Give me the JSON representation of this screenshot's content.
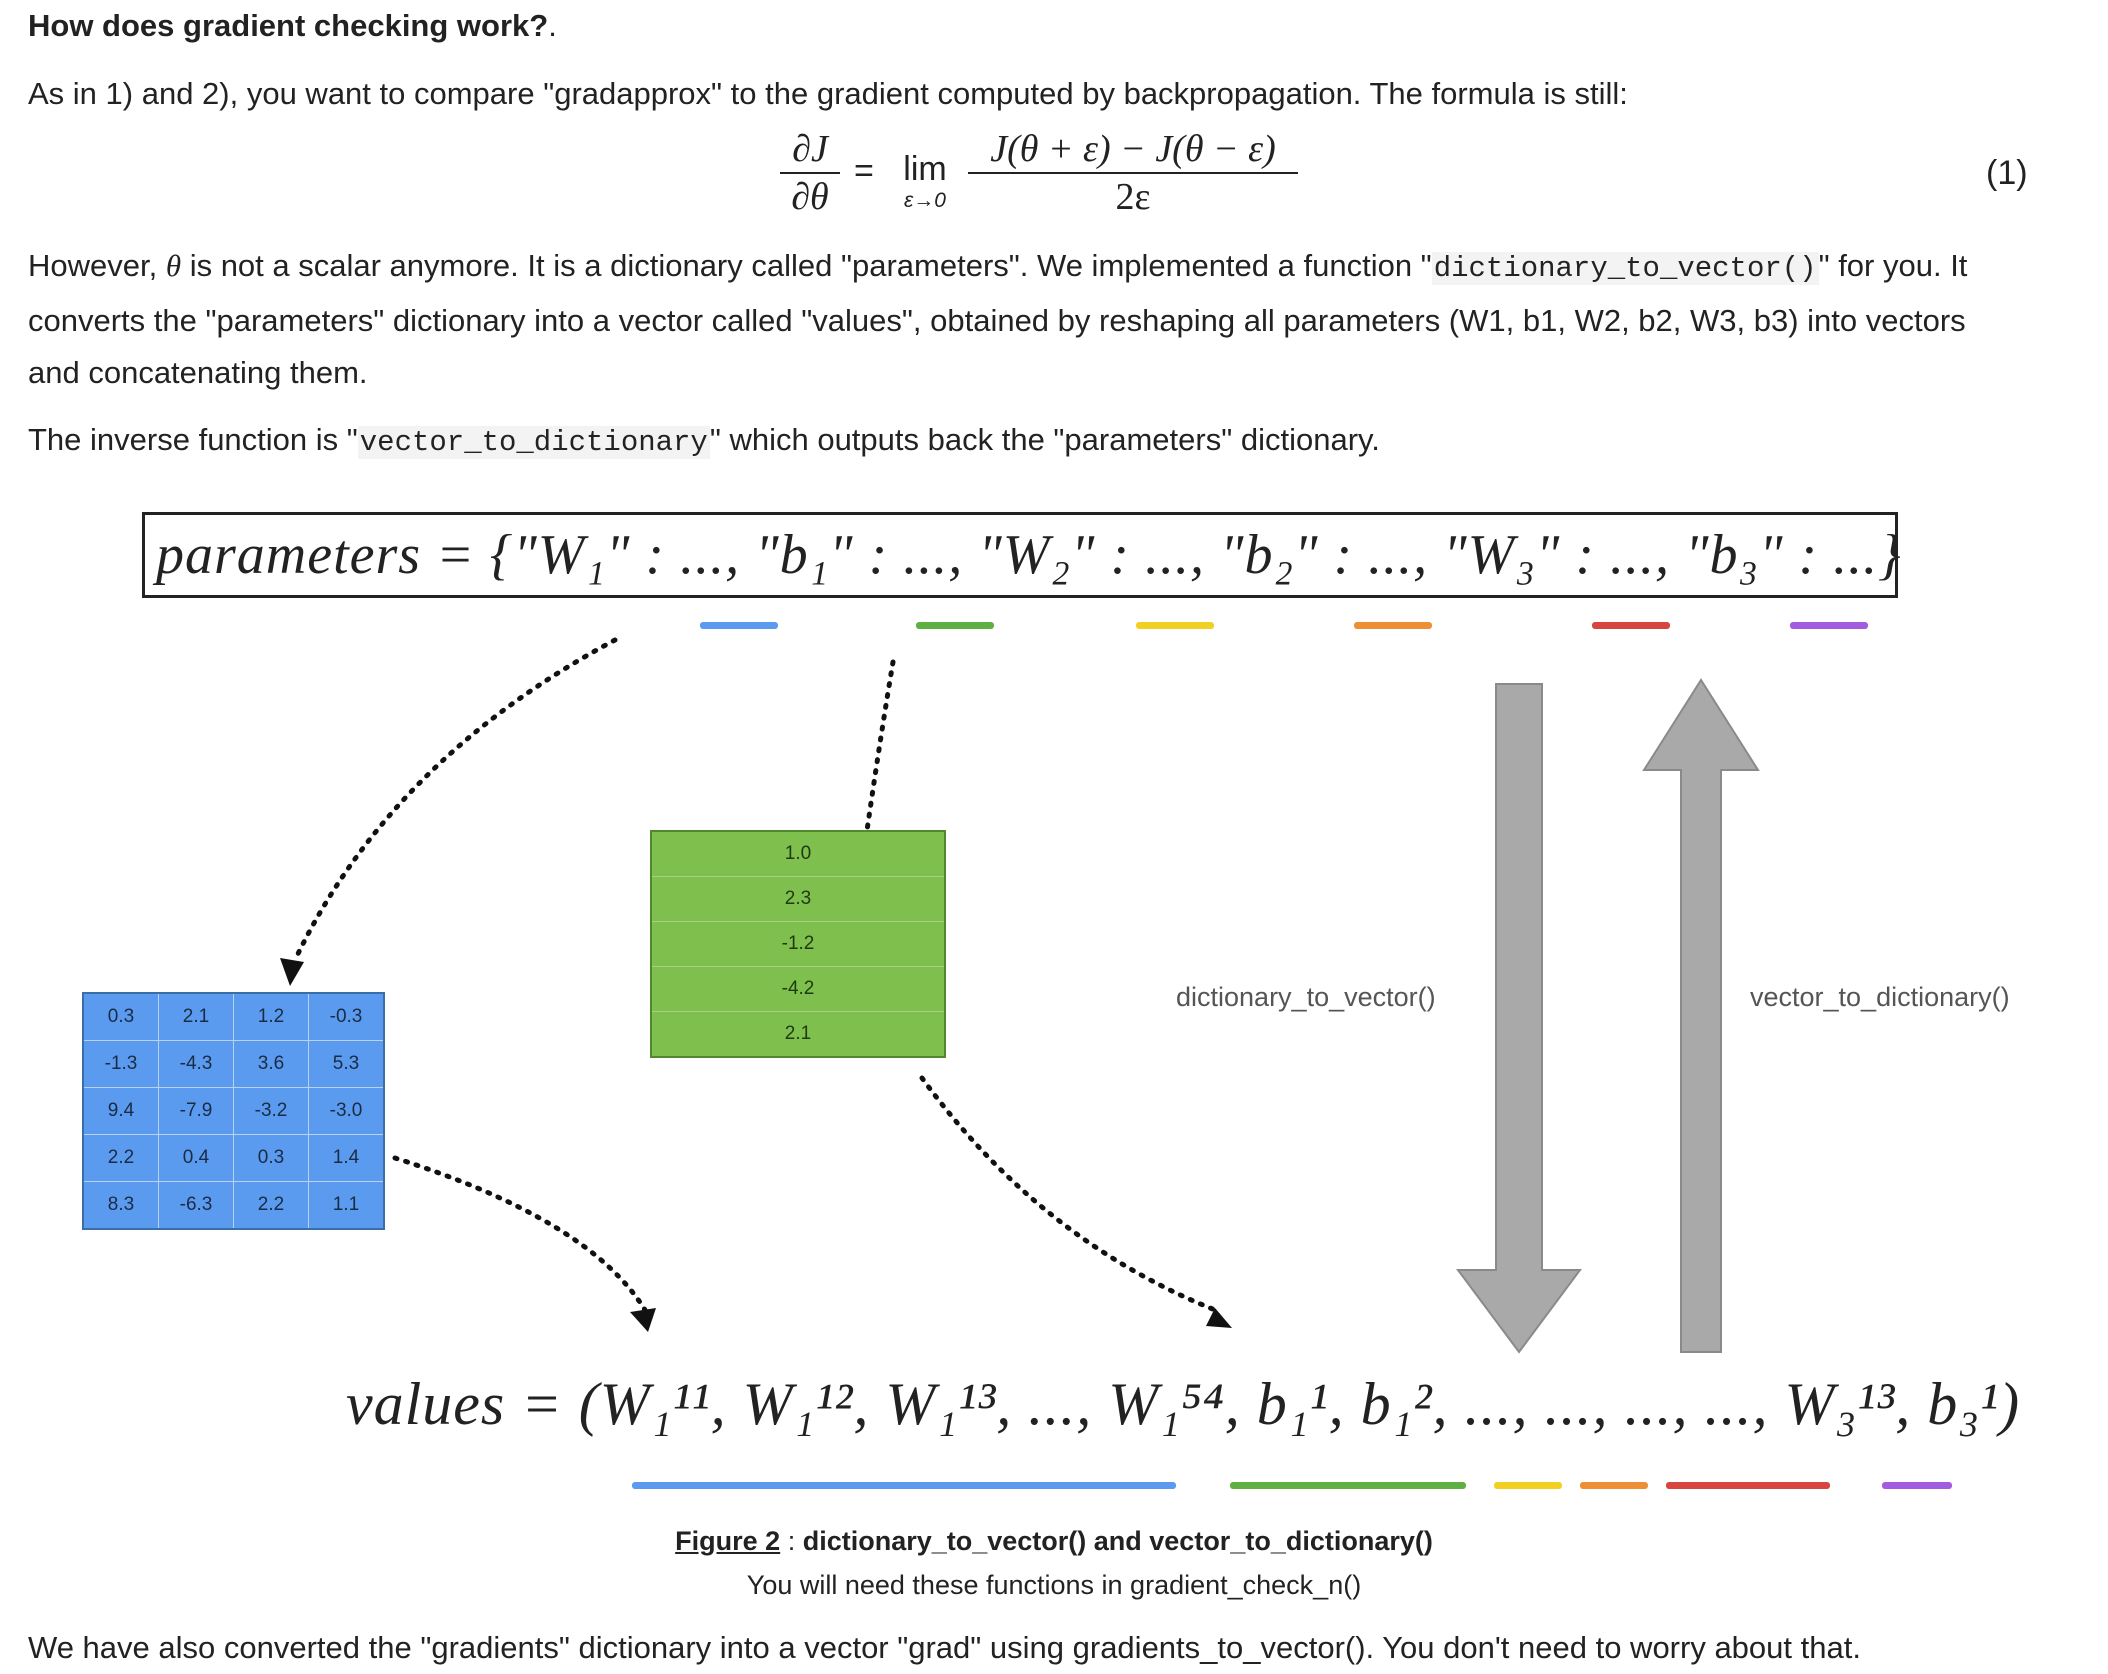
{
  "heading": "How does gradient checking work?",
  "heading_dot": ".",
  "intro": "As in 1) and 2), you want to compare \"gradapprox\" to the gradient computed by backpropagation. The formula is still:",
  "formula": {
    "lhs_num": "∂J",
    "lhs_den": "∂θ",
    "equals": "=",
    "lim": "lim",
    "lim_sub": "ε→0",
    "rhs_num": "J(θ + ε) − J(θ − ε)",
    "rhs_den": "2ε",
    "eq_number": "(1)"
  },
  "para2": {
    "part1": "However, ",
    "theta": "θ",
    "part2": " is not a scalar anymore. It is a dictionary called \"parameters\". We implemented a function \"",
    "code": "dictionary_to_vector()",
    "part3": "\" for you. It",
    "line2": "converts the \"parameters\" dictionary into a vector called \"values\", obtained by reshaping all parameters (W1, b1, W2, b2, W3, b3) into vectors",
    "line3": "and concatenating them."
  },
  "para3": {
    "part1": "The inverse function is \"",
    "code": "vector_to_dictionary",
    "part2": "\" which outputs back the \"parameters\" dictionary."
  },
  "figure": {
    "parameters_expr": "parameters = {\"W₁\" : ..., \"b₁\" : ..., \"W₂\" : ..., \"b₂\" : ..., \"W₃\" : ..., \"b₃\" : ...}",
    "values_expr": "values = (W₁¹¹, W₁¹², W₁¹³, ..., W₁⁵⁴, b₁¹, b₁², ..., ..., ..., ..., W₃¹³, b₃¹)",
    "matrix": [
      [
        "0.3",
        "2.1",
        "1.2",
        "-0.3"
      ],
      [
        "-1.3",
        "-4.3",
        "3.6",
        "5.3"
      ],
      [
        "9.4",
        "-7.9",
        "-3.2",
        "-3.0"
      ],
      [
        "2.2",
        "0.4",
        "0.3",
        "1.4"
      ],
      [
        "8.3",
        "-6.3",
        "2.2",
        "1.1"
      ]
    ],
    "vector": [
      "1.0",
      "2.3",
      "-1.2",
      "-4.2",
      "2.1"
    ],
    "label_down": "dictionary_to_vector()",
    "label_up": "vector_to_dictionary()",
    "colors": {
      "W1": "#5b9bef",
      "b1": "#5fb043",
      "W2": "#f2d022",
      "b2": "#ef8f35",
      "W3": "#d8443f",
      "b3": "#a35be0",
      "matrix_fill": "#5b9bef",
      "vector_fill": "#7fbf4d",
      "arrow": "#a9a9a9"
    }
  },
  "caption": {
    "label": "Figure 2",
    "sep": " : ",
    "title": "dictionary_to_vector() and vector_to_dictionary()",
    "sub": "You will need these functions in gradient_check_n()"
  },
  "footer": "We have also converted the \"gradients\" dictionary into a vector \"grad\" using gradients_to_vector(). You don't need to worry about that."
}
